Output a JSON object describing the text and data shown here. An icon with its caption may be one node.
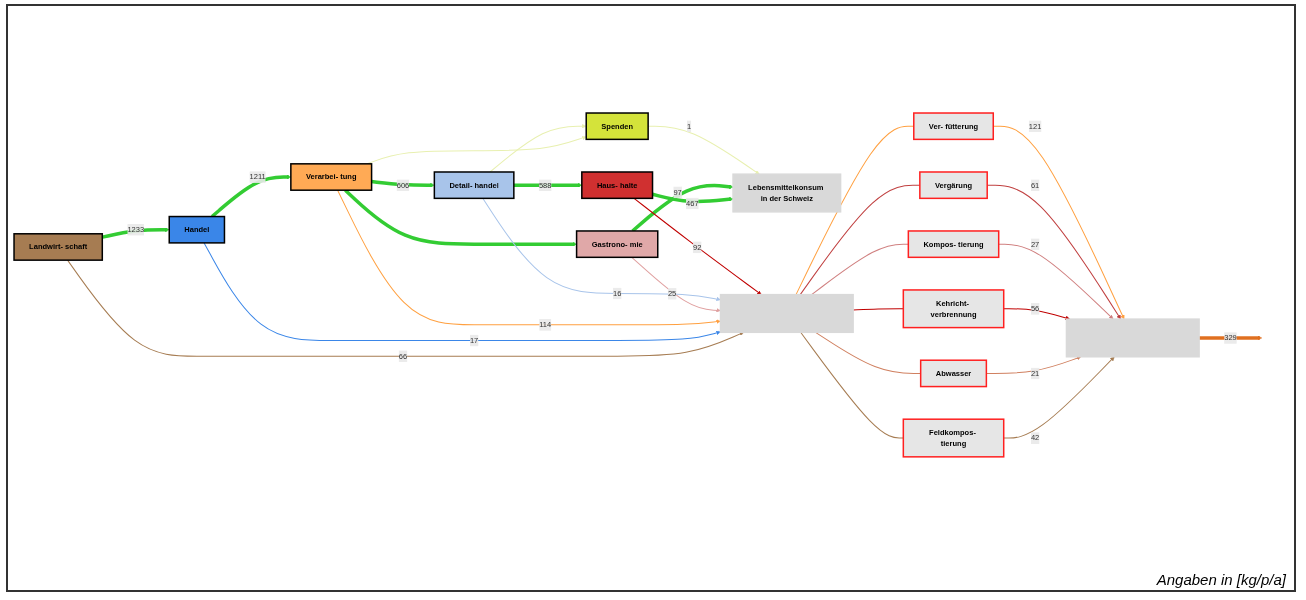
{
  "diagram": {
    "nodes": [
      {
        "text": [
          "Landwirt- schaft"
        ]
      },
      {
        "text": [
          "Handel"
        ]
      },
      {
        "text": [
          "Verarbei- tung"
        ]
      },
      {
        "text": [
          "Gastrono- mie"
        ]
      },
      {
        "text": [
          "Detail- handel"
        ]
      },
      {
        "text": [
          "Haus- halte"
        ]
      },
      {
        "text": [
          "Spenden"
        ]
      },
      {
        "text": [
          "Lebensmittelkonsum in der Schweiz"
        ]
      },
      {
        "text": [],
        "shape": "bar"
      },
      {
        "text": [
          "Feldkompos- tierung"
        ]
      },
      {
        "text": [
          "Abwasser"
        ]
      },
      {
        "text": [
          "Kehricht- verbrennung"
        ]
      },
      {
        "text": [
          "Kompos- tierung"
        ]
      },
      {
        "text": [
          "Vergärung"
        ]
      },
      {
        "text": [
          "Ver- fütterung"
        ]
      },
      {
        "text": [],
        "shape": "bar"
      }
    ],
    "edges": [
      {
        "from": 0,
        "to": 1,
        "arrow": "to",
        "label": "1233",
        "style": "thick",
        "color": "#33cc33"
      },
      {
        "from": 1,
        "to": 2,
        "arrow": "to",
        "label": "1211",
        "style": "thick",
        "color": "#33cc33"
      },
      {
        "from": 2,
        "to": 4,
        "arrow": "to",
        "label": "606",
        "style": "thick",
        "color": "#33cc33"
      },
      {
        "from": 2,
        "to": 3,
        "arrow": "to",
        "style": "thick",
        "color": "#33cc33"
      },
      {
        "from": 4,
        "to": 5,
        "arrow": "to",
        "label": "588",
        "style": "thick",
        "color": "#33cc33"
      },
      {
        "from": 5,
        "to": 7,
        "arrow": "to",
        "label": "467",
        "style": "thick",
        "color": "#33cc33"
      },
      {
        "from": 3,
        "to": 7,
        "arrow": "to",
        "label": "97",
        "style": "thick",
        "color": "#33cc33"
      },
      {
        "from": 2,
        "to": 6,
        "arrow": "to",
        "color": "#e8f0b0"
      },
      {
        "from": 4,
        "to": 6,
        "arrow": "to",
        "color": "#e8f0b0"
      },
      {
        "from": 6,
        "to": 7,
        "arrow": "to",
        "label": "1",
        "color": "#e8f0b0"
      },
      {
        "from": 0,
        "to": 8,
        "arrow": "to",
        "label": "66",
        "color": "#a67c52"
      },
      {
        "from": 1,
        "to": 8,
        "arrow": "to",
        "label": "17",
        "color": "#3a86e8"
      },
      {
        "from": 2,
        "to": 8,
        "arrow": "to",
        "label": "114",
        "color": "#ffa040"
      },
      {
        "from": 3,
        "to": 8,
        "arrow": "to",
        "label": "25",
        "color": "#e0a0a0"
      },
      {
        "from": 4,
        "to": 8,
        "arrow": "to",
        "label": "16",
        "color": "#a8c4ea"
      },
      {
        "from": 5,
        "to": 8,
        "arrow": "to",
        "label": "92",
        "color": "#c00000"
      },
      {
        "from": 8,
        "to": 9,
        "arrow": "none",
        "color": "#a67c52"
      },
      {
        "from": 8,
        "to": 10,
        "arrow": "none",
        "color": "#d08060"
      },
      {
        "from": 8,
        "to": 11,
        "arrow": "none",
        "color": "#c00000"
      },
      {
        "from": 8,
        "to": 12,
        "arrow": "none",
        "color": "#d08080"
      },
      {
        "from": 8,
        "to": 13,
        "arrow": "none",
        "color": "#c04040"
      },
      {
        "from": 8,
        "to": 14,
        "arrow": "none",
        "color": "#ffa040"
      },
      {
        "from": 9,
        "to": 15,
        "arrow": "to",
        "label": "42",
        "color": "#a67c52"
      },
      {
        "from": 10,
        "to": 15,
        "arrow": "to",
        "label": "21",
        "color": "#d08060"
      },
      {
        "from": 11,
        "to": 15,
        "arrow": "to",
        "label": "56",
        "color": "#c00000"
      },
      {
        "from": 12,
        "to": 15,
        "arrow": "to",
        "label": "27",
        "color": "#d08080"
      },
      {
        "from": 13,
        "to": 15,
        "arrow": "to",
        "label": "61",
        "color": "#c04040"
      },
      {
        "from": 14,
        "to": 15,
        "arrow": "to",
        "label": "121",
        "color": "#ffa040"
      },
      {
        "from": 15,
        "to": null,
        "arrow": "to",
        "label": "329",
        "style": "thick",
        "color": "#e07020"
      }
    ],
    "labels": [
      "Angaben in [kg/p/a]"
    ]
  }
}
